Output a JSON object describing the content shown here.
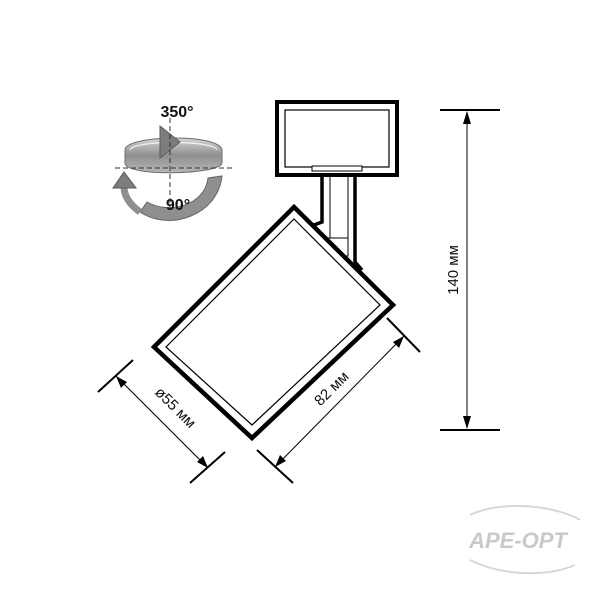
{
  "rotation": {
    "horizontal_label": "350°",
    "vertical_label": "90°"
  },
  "dimensions": {
    "height_label": "140 мм",
    "length_label": "82 мм",
    "diameter_label": "ø55 мм"
  },
  "brand": {
    "logo_text": "APE-OPT"
  },
  "colors": {
    "stroke": "#000000",
    "arrow_gray": "#8a8a8a",
    "logo_gray": "#c9c9c9"
  }
}
